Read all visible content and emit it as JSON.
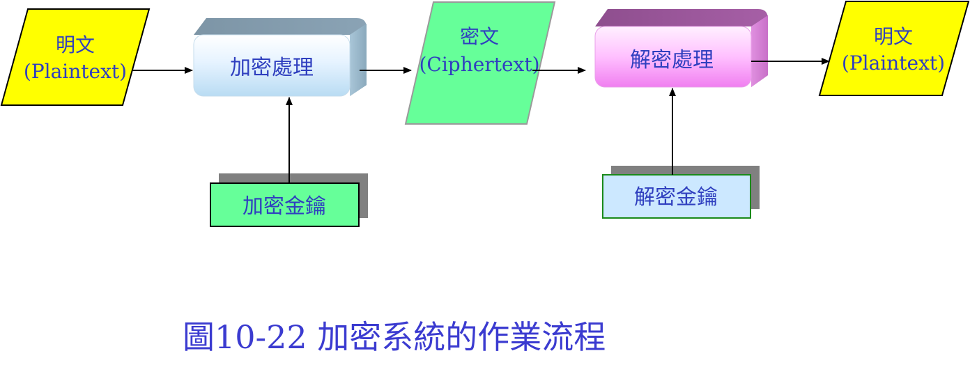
{
  "nodes": {
    "plaintext_in": {
      "line1": "明文",
      "line2": "(Plaintext)"
    },
    "encrypt_process": {
      "label": "加密處理"
    },
    "ciphertext": {
      "line1": "密文",
      "line2": "(Ciphertext)"
    },
    "decrypt_process": {
      "label": "解密處理"
    },
    "plaintext_out": {
      "line1": "明文",
      "line2": "(Plaintext)"
    },
    "encrypt_key": {
      "label": "加密金鑰"
    },
    "decrypt_key": {
      "label": "解密金鑰"
    }
  },
  "caption": "圖10-22 加密系統的作業流程",
  "colors": {
    "plaintext_fill": "#ffff00",
    "ciphertext_fill": "#66ff99",
    "encrypt_key_fill": "#66ff99",
    "decrypt_key_fill": "#cce8ff",
    "encrypt_box": "#e8f4ff",
    "decrypt_box": "#ffb0ff",
    "text": "#2f3fbf"
  }
}
